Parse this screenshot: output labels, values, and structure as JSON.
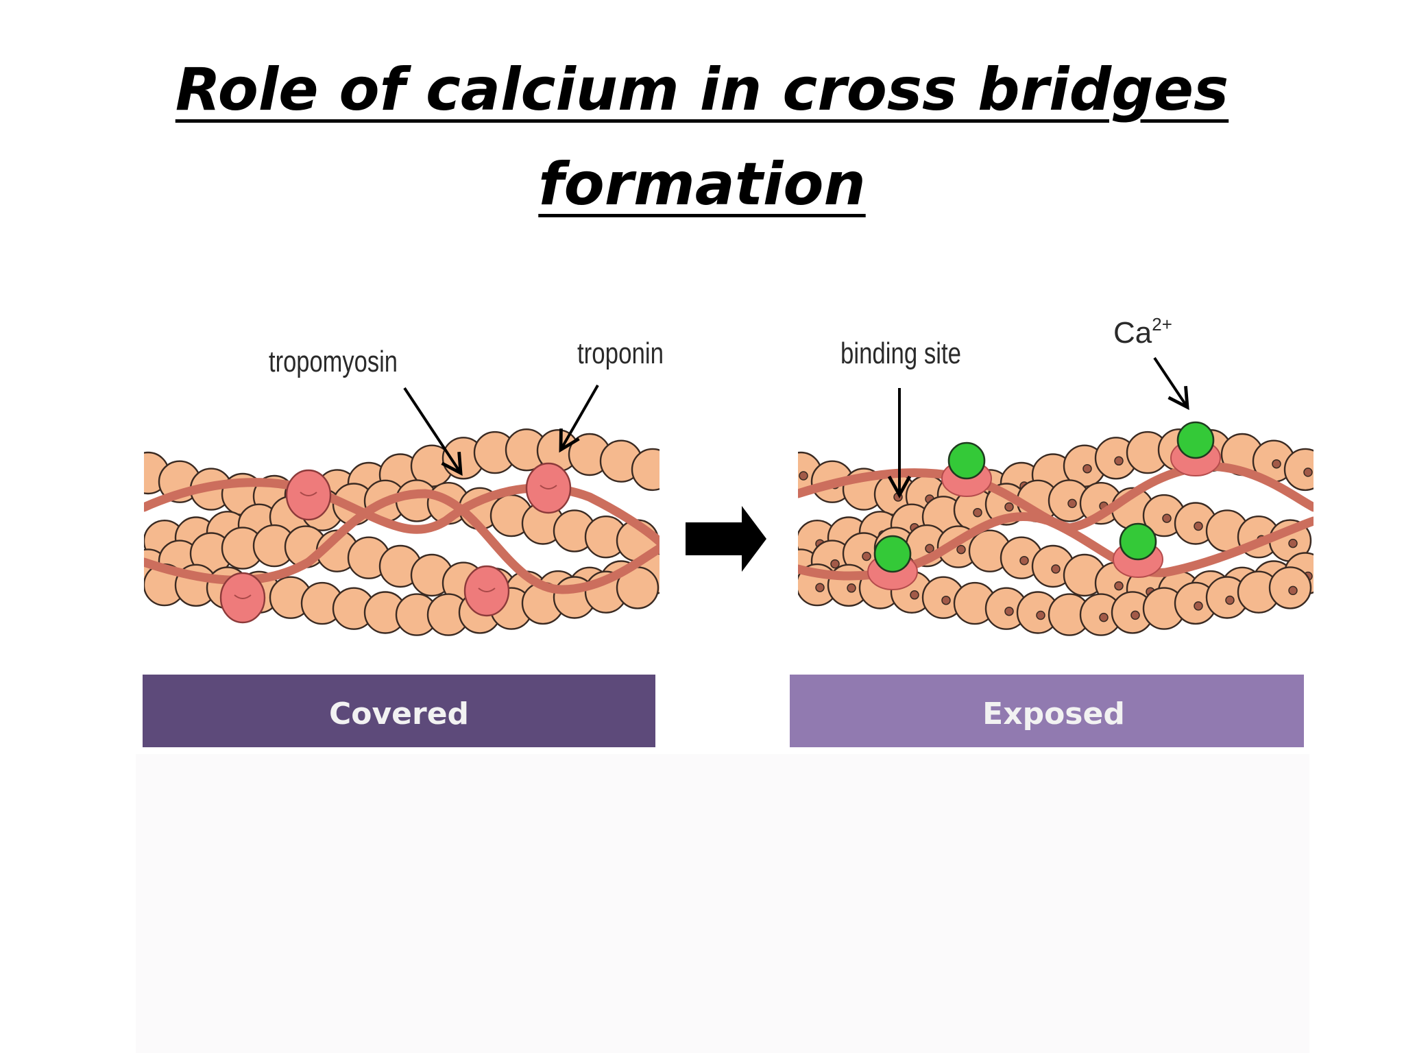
{
  "title": {
    "line1": "Role of calcium in cross bridges",
    "line2": "formation"
  },
  "diagram": {
    "labels": {
      "tropomyosin": "tropomyosin",
      "troponin": "troponin",
      "binding_site": "binding site",
      "calcium": "Ca",
      "calcium_charge": "2+"
    },
    "states": {
      "before": "Covered",
      "after": "Exposed"
    },
    "colors": {
      "actin_bead": "#f5b98e",
      "actin_outline": "#3a2a22",
      "tropomyosin": "#cc6e5d",
      "troponin": "#ee7b7b",
      "calcium": "#34c938",
      "binding_site": "#a25a48",
      "covered_bar": "#5d4a7a",
      "exposed_bar": "#917ab0"
    },
    "icons": {
      "transition_arrow": "right-arrow-icon"
    }
  }
}
